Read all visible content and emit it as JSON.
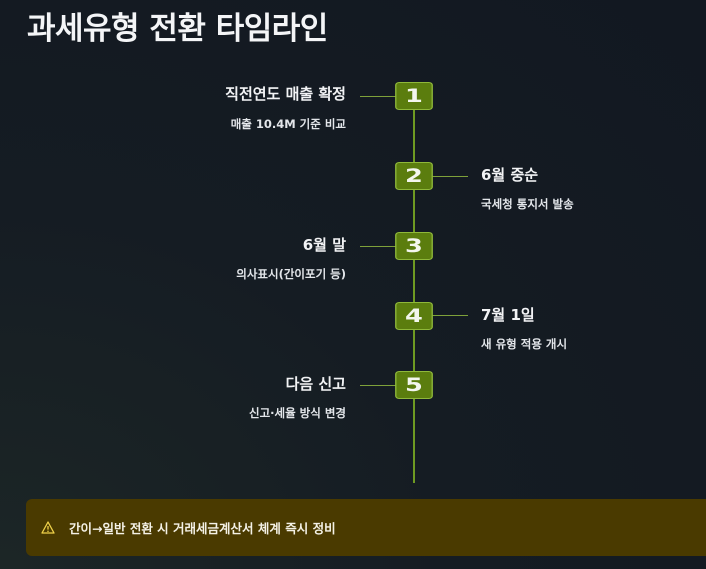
{
  "page": {
    "title": "과세유형 전환 타임라인"
  },
  "timeline": {
    "items": [
      {
        "number": "1",
        "title": "직전연도 매출 확정",
        "desc": "매출 10.4M 기준 비교",
        "side": "left"
      },
      {
        "number": "2",
        "title": "6월 중순",
        "desc": "국세청 통지서 발송",
        "side": "right"
      },
      {
        "number": "3",
        "title": "6월 말",
        "desc": "의사표시(간이포기 등)",
        "side": "left"
      },
      {
        "number": "4",
        "title": "7월 1일",
        "desc": "새 유형 적용 개시",
        "side": "right"
      },
      {
        "number": "5",
        "title": "다음 신고",
        "desc": "신고·세율 방식 변경",
        "side": "left"
      }
    ]
  },
  "banner": {
    "icon": "warning-icon",
    "text": "간이→일반 전환 시 거래세금계산서 체계 즉시 정비"
  },
  "colors": {
    "background": "#121821",
    "accent": "#5b7d0e",
    "banner": "#4a3a00"
  }
}
